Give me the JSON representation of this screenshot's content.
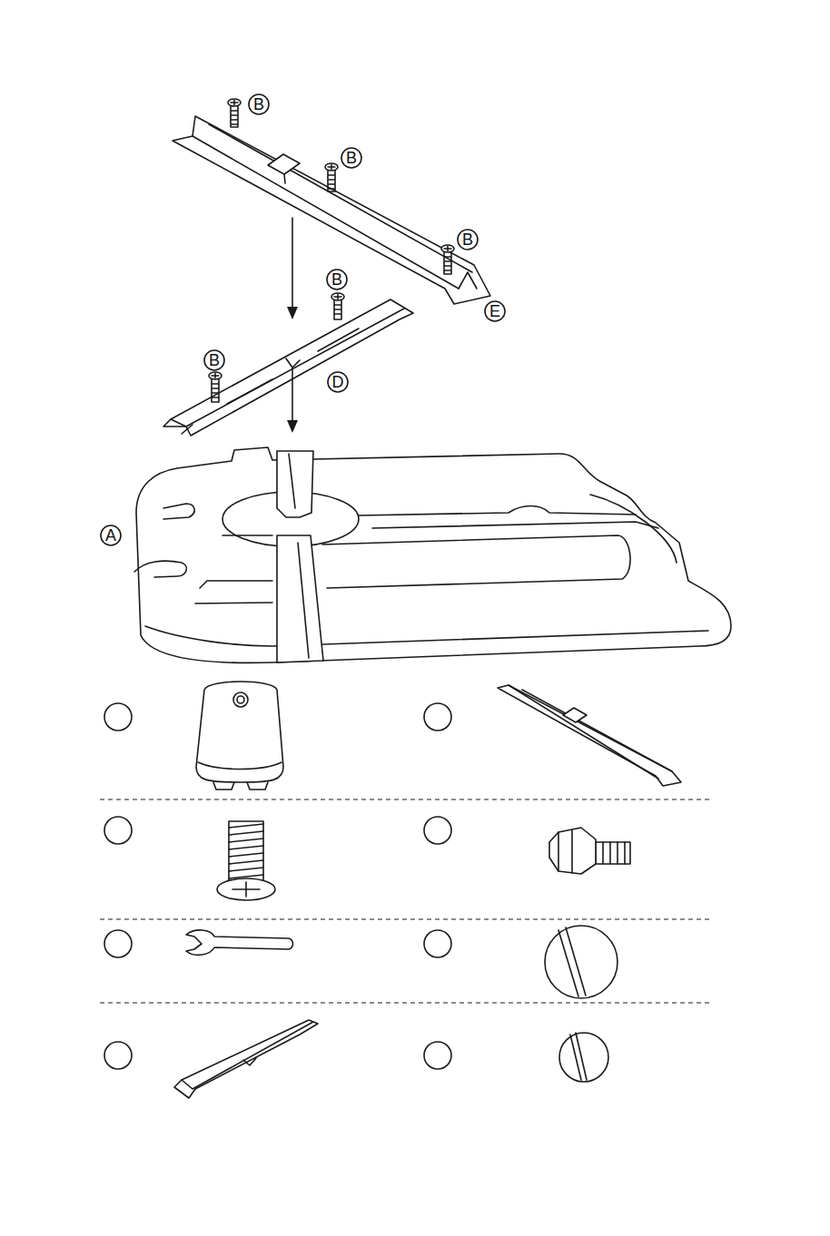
{
  "diagram": {
    "labels": [
      "B",
      "B",
      "B",
      "E",
      "B",
      "B",
      "D",
      "A"
    ]
  }
}
